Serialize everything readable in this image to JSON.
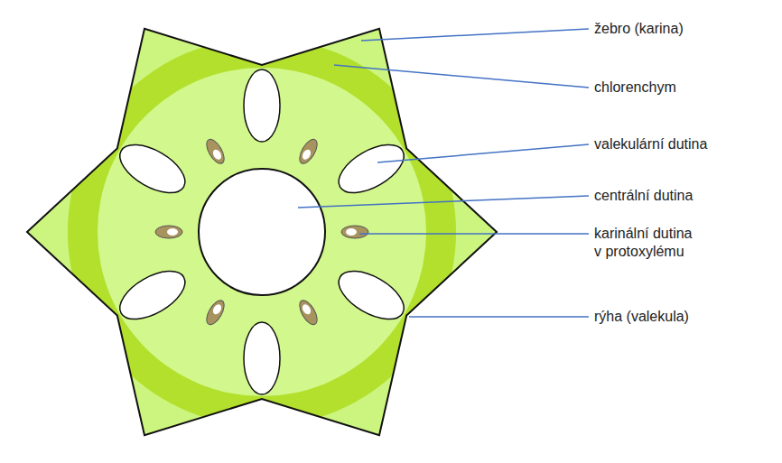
{
  "diagram": {
    "labels": [
      "žebro (karina)",
      "chlorenchym",
      "valekulární dutina",
      "centrální dutina",
      "karinální dutina v protoxylému",
      "rýha (valekula)"
    ]
  }
}
